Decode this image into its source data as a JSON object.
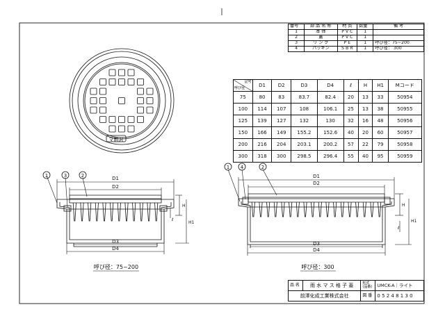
{
  "parts_table": {
    "headers": [
      "番号",
      "部 品 名 称",
      "材 質",
      "数量",
      "備 考"
    ],
    "rows": [
      [
        "1",
        "本 体",
        "P V C",
        "1",
        ""
      ],
      [
        "2",
        "蓋",
        "P V C",
        "1",
        ""
      ],
      [
        "3",
        "リ ン グ",
        "P E",
        "1",
        "呼び径：75~200"
      ],
      [
        "4",
        "パッキン",
        "S B R",
        "1",
        "呼び径： 300"
      ]
    ]
  },
  "size_table": {
    "corner_label": "記号",
    "corner_sub": "呼び径",
    "headers": [
      "D1",
      "D2",
      "D3",
      "D4",
      "ℓ",
      "H",
      "H1",
      "Mコード"
    ],
    "rows": [
      [
        "75",
        "80",
        "83",
        "83.7",
        "82.4",
        "20",
        "13",
        "33",
        "50954"
      ],
      [
        "100",
        "114",
        "107",
        "108",
        "106.1",
        "25",
        "13",
        "38",
        "50955"
      ],
      [
        "125",
        "139",
        "127",
        "132",
        "130",
        "32",
        "16",
        "48",
        "50956"
      ],
      [
        "150",
        "166",
        "149",
        "155.2",
        "152.6",
        "40",
        "20",
        "60",
        "50957"
      ],
      [
        "200",
        "216",
        "204",
        "203.1",
        "200.2",
        "57",
        "22",
        "79",
        "50958"
      ],
      [
        "300",
        "318",
        "300",
        "298.5",
        "296.4",
        "55",
        "40",
        "95",
        "50959"
      ]
    ]
  },
  "logo_text": "マ前沢",
  "left_section": {
    "callouts": [
      "1",
      "3",
      "2"
    ],
    "dims": {
      "d1": "D1",
      "d2": "D2",
      "d3": "D3",
      "d4": "D4",
      "h": "H",
      "h1": "H1",
      "l": "ℓ"
    },
    "caption": "呼び径：75~200"
  },
  "right_section": {
    "callouts": [
      "1",
      "4",
      "2"
    ],
    "dims": {
      "d1": "D1",
      "d2": "D2",
      "d3": "D3",
      "d4": "D4",
      "h": "H",
      "h1": "H1",
      "l": "ℓ"
    },
    "caption": "呼び径：300"
  },
  "title_block": {
    "name_label": "品 名",
    "name": "雨 水 マ ス 格 子 蓋",
    "model_label": "形式\n(品番)",
    "model": "UMCK-A｜ライト",
    "company": "前澤化成工業株式会社",
    "drawing_no_label": "図 番",
    "drawing_no": "0 5 2 4 8 1 3 0"
  },
  "colors": {
    "line": "#111111",
    "background": "#ffffff"
  }
}
